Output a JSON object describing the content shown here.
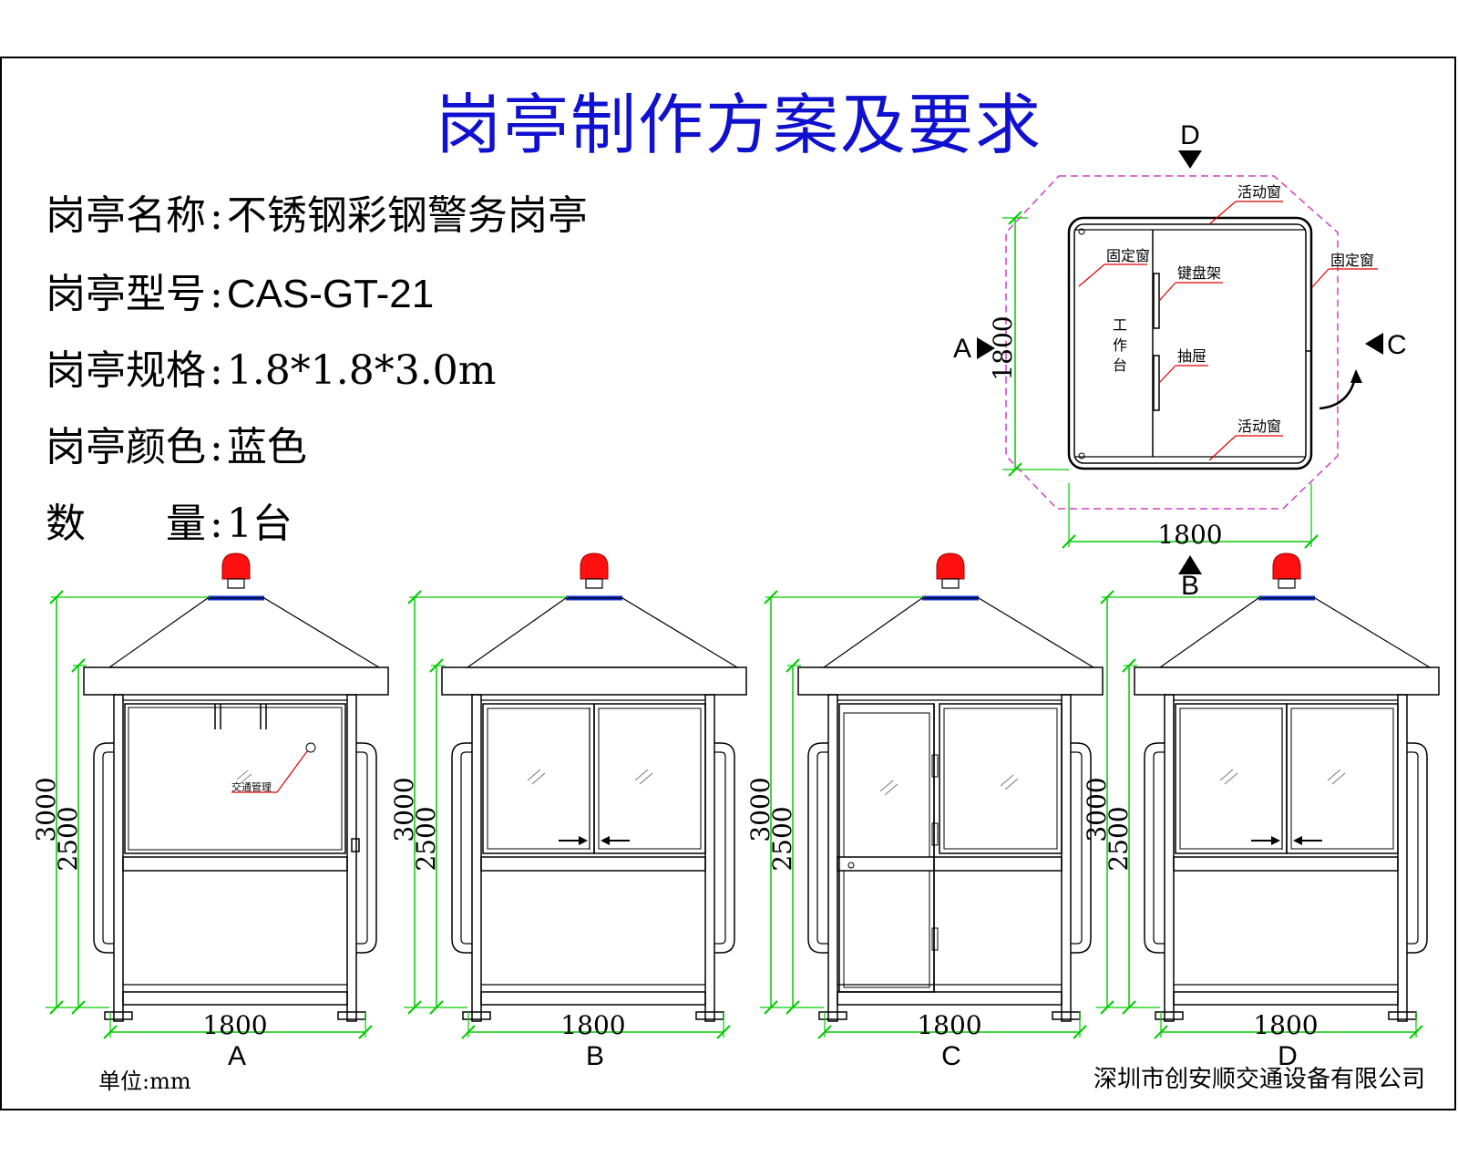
{
  "title": "岗亭制作方案及要求",
  "specs": {
    "name": {
      "label": "岗亭名称",
      "value": "不锈钢彩钢警务岗亭"
    },
    "model": {
      "label": "岗亭型号",
      "value": "CAS-GT-21"
    },
    "size": {
      "label": "岗亭规格",
      "value": "1.8*1.8*3.0m"
    },
    "color": {
      "label": "岗亭颜色",
      "value": "蓝色"
    },
    "qty": {
      "label": "数　　量",
      "value": "1台"
    }
  },
  "plan": {
    "view_markers": {
      "top": "D",
      "left": "A",
      "right": "C",
      "bottom": "B"
    },
    "dim_width": "1800",
    "dim_depth": "1800",
    "labels": {
      "sliding_window_top": "活动窗",
      "sliding_window_bottom": "活动窗",
      "fixed_window_left": "固定窗",
      "fixed_window_right": "固定窗",
      "keyboard_tray": "键盘架",
      "drawer": "抽屉",
      "desk_chars": [
        "工",
        "作",
        "台"
      ]
    }
  },
  "elevations": [
    {
      "id": "A",
      "letter": "A",
      "width": "1800",
      "height_total": "3000",
      "height_body": "2500",
      "sign_label": "交通管理"
    },
    {
      "id": "B",
      "letter": "B",
      "width": "1800",
      "height_total": "3000",
      "height_body": "2500"
    },
    {
      "id": "C",
      "letter": "C",
      "width": "1800",
      "height_total": "3000",
      "height_body": "2500"
    },
    {
      "id": "D",
      "letter": "D",
      "width": "1800",
      "height_total": "3000",
      "height_body": "2500"
    }
  ],
  "footer": {
    "unit": "单位:mm",
    "company": "深圳市创安顺交通设备有限公司"
  },
  "colors": {
    "title": "#1010d0",
    "dimension_line": "#00cc00",
    "envelope": "#d040c0",
    "leader_line": "#e00000",
    "beacon": "#ff1010",
    "beacon_base": "#1030d0",
    "drawing_line": "#000000"
  }
}
